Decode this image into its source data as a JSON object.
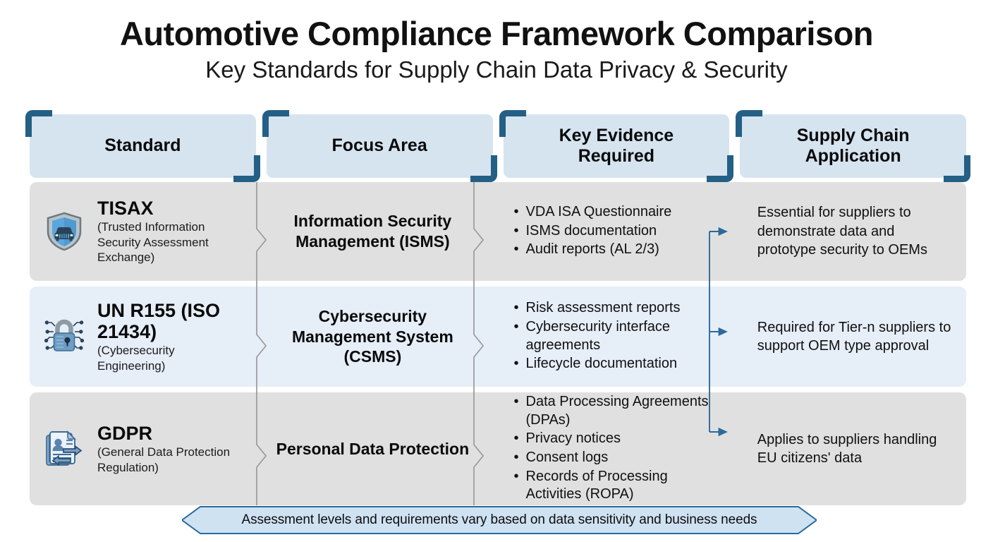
{
  "title": {
    "main": "Automotive Compliance Framework Comparison",
    "sub": "Key Standards for Supply Chain Data Privacy & Security"
  },
  "colors": {
    "header_bg": "#d6e4f0",
    "bracket": "#245f86",
    "row_gray": "#e0e0e0",
    "row_blue": "#e6eef8",
    "arrow": "#2b6a9b",
    "chevron": "#9a9a9a",
    "text": "#0a0a0a"
  },
  "headers": [
    {
      "label": "Standard"
    },
    {
      "label": "Focus Area"
    },
    {
      "label": "Key Evidence Required"
    },
    {
      "label": "Supply Chain Application"
    }
  ],
  "rows": [
    {
      "icon": "shield-car-icon",
      "name": "TISAX",
      "expansion": "(Trusted Information Security Assessment Exchange)",
      "focus": "Information Security Management (ISMS)",
      "evidence": [
        "VDA ISA Questionnaire",
        "ISMS documentation",
        "Audit reports (AL 2/3)"
      ],
      "application": "Essential for suppliers to demonstrate data and prototype security to OEMs",
      "shade": "gray"
    },
    {
      "icon": "padlock-circuit-icon",
      "name": "UN R155 (ISO 21434)",
      "expansion": "(Cybersecurity Engineering)",
      "focus": "Cybersecurity Management System (CSMS)",
      "evidence": [
        "Risk assessment reports",
        "Cybersecurity interface agreements",
        "Lifecycle documentation"
      ],
      "application": "Required for Tier-n suppliers to support OEM type approval",
      "shade": "blue"
    },
    {
      "icon": "document-person-exchange-icon",
      "name": "GDPR",
      "expansion": "(General Data Protection Regulation)",
      "focus": "Personal Data Protection",
      "evidence": [
        "Data Processing Agreements (DPAs)",
        "Privacy notices",
        "Consent logs",
        "Records of Processing Activities (ROPA)"
      ],
      "application": "Applies to suppliers handling EU citizens' data",
      "shade": "gray"
    }
  ],
  "footer": {
    "note": "Assessment levels and requirements vary based on data sensitivity and business needs"
  }
}
